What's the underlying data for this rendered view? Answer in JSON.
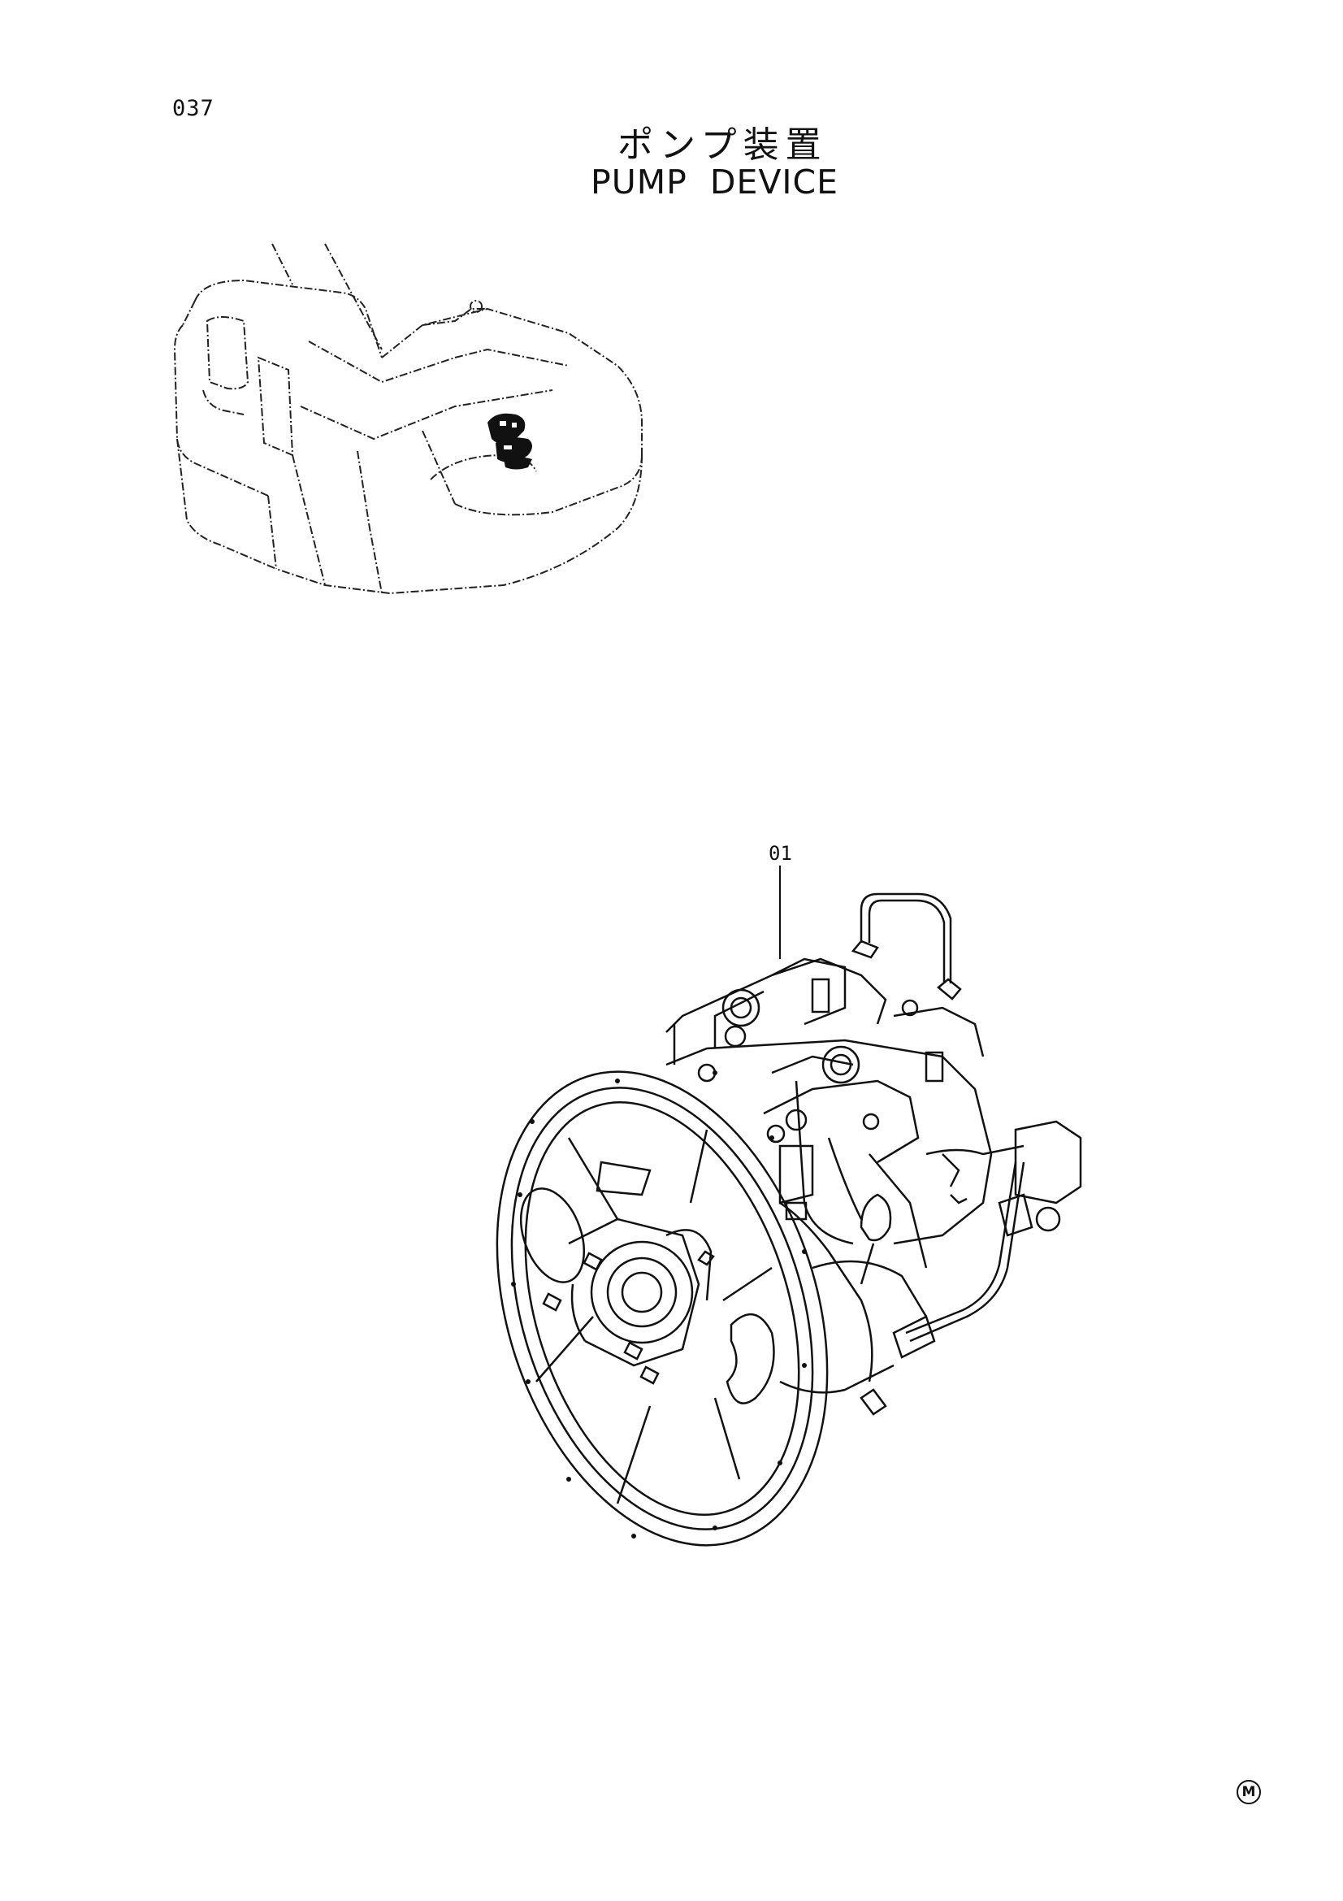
{
  "page": {
    "number": "037",
    "title_jp": "ポンプ装置",
    "title_en": "PUMP  DEVICE"
  },
  "callouts": [
    {
      "label": "01"
    }
  ],
  "footer": {
    "mark": "M"
  }
}
